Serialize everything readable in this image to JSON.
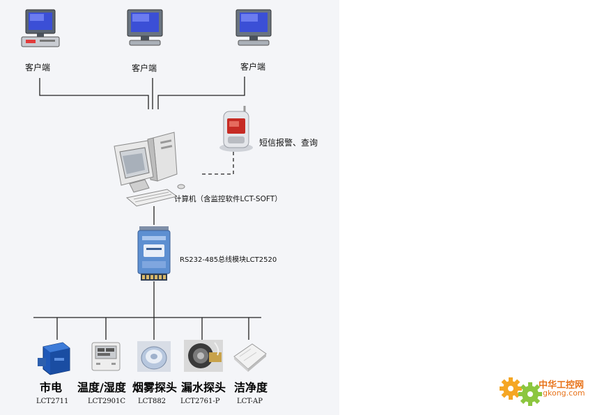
{
  "clients": [
    {
      "label": "客户端",
      "icon": "client-computer-icon"
    },
    {
      "label": "客户端",
      "icon": "client-computer-icon"
    },
    {
      "label": "客户端",
      "icon": "client-computer-icon"
    }
  ],
  "sms": {
    "label": "短信报警、查询",
    "icon": "mobile-phone-icon"
  },
  "server": {
    "label": "计算机（含监控软件LCT-SOFT）",
    "icon": "server-computer-icon"
  },
  "bus_module": {
    "label": "RS232-485总线模块LCT2520",
    "icon": "bus-module-icon"
  },
  "devices": [
    {
      "name": "市电",
      "model": "LCT2711",
      "icon": "power-monitor-icon"
    },
    {
      "name": "温度/湿度",
      "model": "LCT2901C",
      "icon": "temperature-humidity-sensor-icon"
    },
    {
      "name": "烟雾探头",
      "model": "LCT882",
      "icon": "smoke-detector-icon"
    },
    {
      "name": "漏水探头",
      "model": "LCT2761-P",
      "icon": "water-leak-sensor-icon"
    },
    {
      "name": "洁净度",
      "model": "LCT-AP",
      "icon": "cleanliness-sensor-icon"
    }
  ],
  "watermark": {
    "title": "中华工控网",
    "url": "gkong.com",
    "colors": {
      "gear": "#f5a623",
      "title": "#e8731a"
    }
  }
}
